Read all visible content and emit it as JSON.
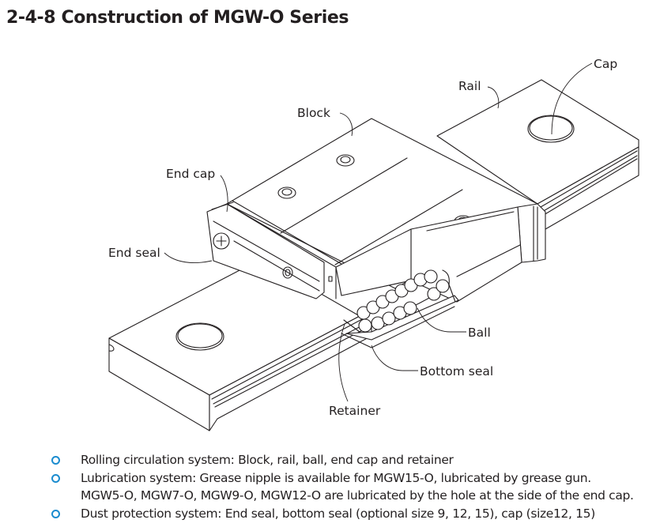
{
  "page": {
    "title": "2-4-8 Construction of MGW-O Series"
  },
  "diagram": {
    "labels": {
      "cap": "Cap",
      "rail": "Rail",
      "block": "Block",
      "end_cap": "End cap",
      "end_seal": "End seal",
      "ball": "Ball",
      "bottom_seal": "Bottom seal",
      "retainer": "Retainer"
    }
  },
  "features": {
    "bullet_icon": "circle-outline-bullet-icon",
    "bullet_color": "#1b8ccf",
    "items": [
      {
        "lines": [
          "Rolling circulation system: Block, rail, ball, end cap and retainer"
        ]
      },
      {
        "lines": [
          "Lubrication system: Grease nipple is available for MGW15-O, lubricated by grease gun.",
          "MGW5-O, MGW7-O, MGW9-O, MGW12-O are lubricated by the hole at the side of the end cap."
        ]
      },
      {
        "lines": [
          "Dust protection system: End seal, bottom seal (optional size 9, 12, 15), cap (size12, 15)"
        ]
      }
    ]
  }
}
